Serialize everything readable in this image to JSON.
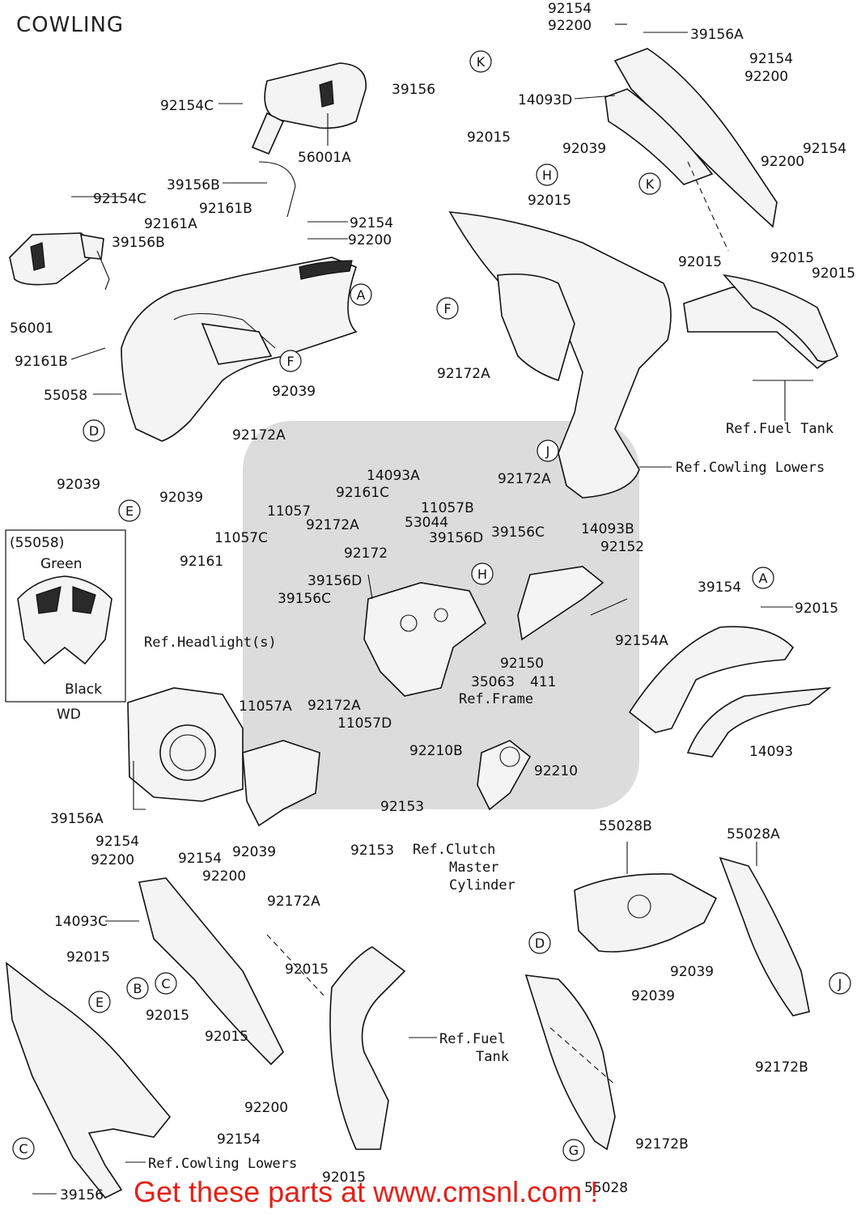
{
  "title": "COWLING",
  "promo": "Get these parts at www.cmsnl.com !",
  "inset": {
    "code": "(55058)",
    "top_color": "Green",
    "bottom_color": "Black",
    "note": "WD"
  },
  "refs": {
    "fuel_tank_top": "Ref.Fuel Tank",
    "cowling_lowers_top": "Ref.Cowling Lowers",
    "headlights": "Ref.Headlight(s)",
    "frame": "Ref.Frame",
    "clutch_1": "Ref.Clutch",
    "clutch_2": "Master",
    "clutch_3": "Cylinder",
    "fuel_tank_1": "Ref.Fuel",
    "fuel_tank_2": "Tank",
    "cowling_lowers_bottom": "Ref.Cowling Lowers"
  },
  "bubbles": {
    "A": "A",
    "B": "B",
    "C": "C",
    "D": "D",
    "E": "E",
    "F": "F",
    "G": "G",
    "H": "H",
    "J": "J",
    "K": "K"
  },
  "parts": {
    "p92154_top": "92154",
    "p92200_top": "92200",
    "p39156A_top": "39156A",
    "p39156": "39156",
    "p14093D": "14093D",
    "p92154_r1": "92154",
    "p92200_r1": "92200",
    "p92015_r1": "92015",
    "p92039_r1": "92039",
    "p92154_r2": "92154",
    "p92200_r2": "92200",
    "p92015_r2": "92015",
    "p92015_r3": "92015",
    "p92015_r4": "92015",
    "p92015_r5": "92015",
    "p92154C_a": "92154C",
    "p56001A": "56001A",
    "p39156B_a": "39156B",
    "p92154C_b": "92154C",
    "p92161A": "92161A",
    "p92161B_a": "92161B",
    "p92154_c": "92154",
    "p92200_c": "92200",
    "p39156B_b": "39156B",
    "p56001": "56001",
    "p92161B_b": "92161B",
    "p55058": "55058",
    "p92039_c1": "92039",
    "p92172A_1": "92172A",
    "p92172A_2": "92172A",
    "p92172A_3": "92172A",
    "p92039_c2": "92039",
    "p92039_c3": "92039",
    "p11057": "11057",
    "p92161_c": "92161",
    "p11057C": "11057C",
    "p14093A": "14093A",
    "p92161C": "92161C",
    "p92172A_4": "92172A",
    "p53044": "53044",
    "p11057B": "11057B",
    "p39156D_a": "39156D",
    "p39156C_a": "39156C",
    "p14093B": "14093B",
    "p92152": "92152",
    "p92172": "92172",
    "p39156D_b": "39156D",
    "p39156C_b": "39156C",
    "p92154A": "92154A",
    "p39154": "39154",
    "p92015_m": "92015",
    "p92150": "92150",
    "p35063": "35063",
    "p411": "411",
    "p11057A": "11057A",
    "p92172A_5": "92172A",
    "p11057D": "11057D",
    "p92210": "92210",
    "p14093": "14093",
    "p92210B": "92210B",
    "p92153_a": "92153",
    "p92153_b": "92153",
    "p39156A_b": "39156A",
    "p92154_d": "92154",
    "p92200_d": "92200",
    "p92154_e": "92154",
    "p92200_e": "92200",
    "p92039_d": "92039",
    "p92172A_6": "92172A",
    "p14093C": "14093C",
    "p92015_d1": "92015",
    "p92015_d2": "92015",
    "p92015_d3": "92015",
    "p92015_d4": "92015",
    "p92200_f": "92200",
    "p92154_f": "92154",
    "p92015_f": "92015",
    "p39156_b": "39156",
    "p55028B": "55028B",
    "p55028A": "55028A",
    "p92039_g1": "92039",
    "p92039_g2": "92039",
    "p92172B_1": "92172B",
    "p92172B_2": "92172B",
    "p55028": "55028"
  }
}
